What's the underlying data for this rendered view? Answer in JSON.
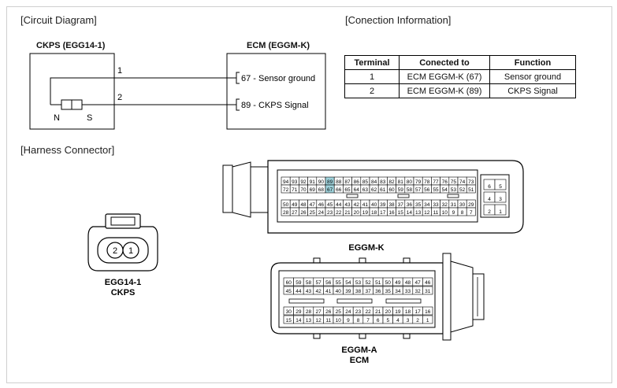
{
  "sections": {
    "circuit_diagram": "[Circuit Diagram]",
    "connection_information": "[Conection Information]",
    "harness_connector": "[Harness Connector]"
  },
  "circuit": {
    "ckps_title": "CKPS (EGG14-1)",
    "ecm_title": "ECM (EGGM-K)",
    "pin1": "1",
    "pin2": "2",
    "sensor_n": "N",
    "sensor_s": "S",
    "ecm_pin1": "67 - Sensor ground",
    "ecm_pin2": "89 - CKPS Signal"
  },
  "connection_table": {
    "headers": [
      "Terminal",
      "Conected to",
      "Function"
    ],
    "rows": [
      [
        "1",
        "ECM EGGM-K (67)",
        "Sensor ground"
      ],
      [
        "2",
        "ECM EGGM-K (89)",
        "CKPS Signal"
      ]
    ]
  },
  "connectors": {
    "ckps_pins": [
      "2",
      "1"
    ],
    "ckps_label1": "EGG14-1",
    "ckps_label2": "CKPS",
    "eggm_k_label": "EGGM-K",
    "eggm_a_label1": "EGGM-A",
    "eggm_a_label2": "ECM",
    "eggm_k_rows": [
      [
        "94",
        "93",
        "92",
        "91",
        "90",
        "89",
        "88",
        "87",
        "86",
        "85",
        "84",
        "83",
        "82",
        "81",
        "80",
        "79",
        "78",
        "77",
        "76",
        "75",
        "74",
        "73"
      ],
      [
        "72",
        "71",
        "70",
        "69",
        "68",
        "67",
        "66",
        "65",
        "64",
        "63",
        "62",
        "61",
        "60",
        "59",
        "58",
        "57",
        "56",
        "55",
        "54",
        "53",
        "52",
        "51"
      ],
      [
        "50",
        "49",
        "48",
        "47",
        "46",
        "45",
        "44",
        "43",
        "42",
        "41",
        "40",
        "39",
        "38",
        "37",
        "36",
        "35",
        "34",
        "33",
        "32",
        "31",
        "30",
        "29"
      ],
      [
        "28",
        "27",
        "26",
        "25",
        "24",
        "23",
        "22",
        "21",
        "20",
        "19",
        "18",
        "17",
        "16",
        "15",
        "14",
        "13",
        "12",
        "11",
        "10",
        "9",
        "8",
        "7"
      ]
    ],
    "eggm_k_side": [
      [
        "6",
        "5"
      ],
      [
        "4",
        "3"
      ],
      [
        "2",
        "1"
      ]
    ],
    "eggm_k_highlight": [
      "89",
      "67"
    ],
    "highlight_color": "#9fd3dc",
    "eggm_a_rows": [
      [
        "60",
        "59",
        "58",
        "57",
        "56",
        "55",
        "54",
        "53",
        "52",
        "51",
        "50",
        "49",
        "48",
        "47",
        "46"
      ],
      [
        "45",
        "44",
        "43",
        "42",
        "41",
        "40",
        "39",
        "38",
        "37",
        "36",
        "35",
        "34",
        "33",
        "32",
        "31"
      ],
      [
        "30",
        "29",
        "28",
        "27",
        "26",
        "25",
        "24",
        "23",
        "22",
        "21",
        "20",
        "19",
        "18",
        "17",
        "16"
      ],
      [
        "15",
        "14",
        "13",
        "12",
        "11",
        "10",
        "9",
        "8",
        "7",
        "6",
        "5",
        "4",
        "3",
        "2",
        "1"
      ]
    ]
  }
}
